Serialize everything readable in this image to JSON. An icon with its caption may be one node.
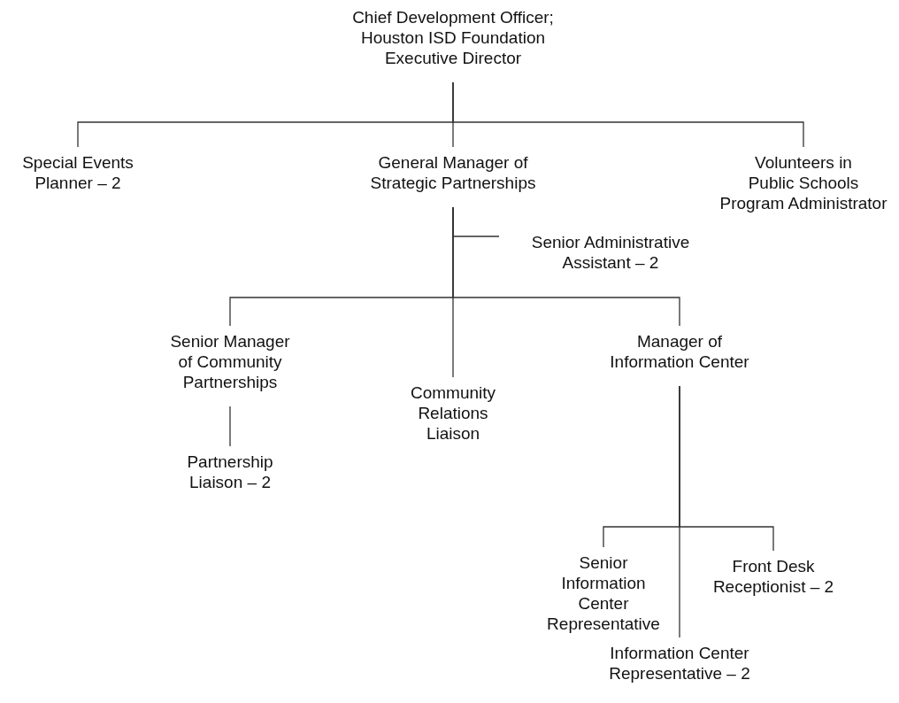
{
  "diagram": {
    "nodes": [
      {
        "text": [
          "Chief Development Officer; Houston ISD Foundation Executive Director"
        ]
      },
      {
        "text": [
          "Special Events Planner – 2"
        ]
      },
      {
        "text": [
          "General Manager of Strategic Partnerships"
        ]
      },
      {
        "text": [
          "Volunteers in Public Schools Program Administrator"
        ]
      },
      {
        "text": [
          "Senior Administrative Assistant – 2"
        ]
      },
      {
        "text": [
          "Senior Manager of Community Partnerships"
        ]
      },
      {
        "text": [
          "Community Relations Liaison"
        ]
      },
      {
        "text": [
          "Manager of Information Center"
        ]
      },
      {
        "text": [
          "Partnership Liaison – 2"
        ]
      },
      {
        "text": [
          "Senior Information Center Representative"
        ]
      },
      {
        "text": [
          "Front Desk Receptionist – 2"
        ]
      },
      {
        "text": [
          "Information Center Representative – 2"
        ]
      }
    ],
    "edges": [
      {
        "from": 0,
        "to": 1,
        "arrow": "none"
      },
      {
        "from": 0,
        "to": 2,
        "arrow": "none"
      },
      {
        "from": 0,
        "to": 3,
        "arrow": "none"
      },
      {
        "from": 2,
        "to": 4,
        "arrow": "none"
      },
      {
        "from": 2,
        "to": 5,
        "arrow": "none"
      },
      {
        "from": 2,
        "to": 6,
        "arrow": "none"
      },
      {
        "from": 2,
        "to": 7,
        "arrow": "none"
      },
      {
        "from": 5,
        "to": 8,
        "arrow": "none"
      },
      {
        "from": 7,
        "to": 9,
        "arrow": "none"
      },
      {
        "from": 7,
        "to": 10,
        "arrow": "none"
      },
      {
        "from": 7,
        "to": 11,
        "arrow": "none"
      }
    ]
  }
}
